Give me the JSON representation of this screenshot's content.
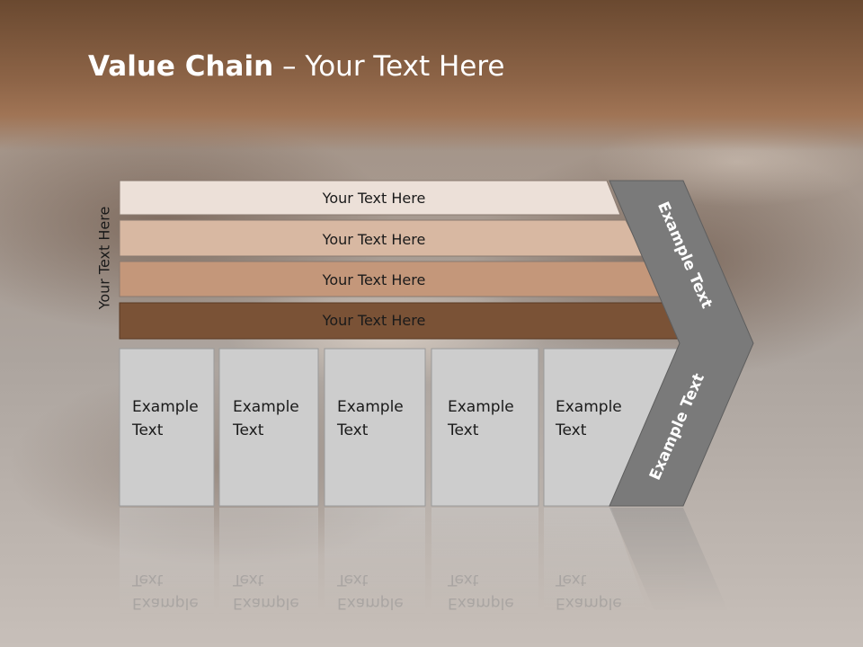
{
  "slide": {
    "title_bold": "Value Chain",
    "title_rest": " – Your Text Here",
    "side_label": "Your Text Here",
    "bands": [
      {
        "label": "Your Text Here",
        "color": "#ece0d8"
      },
      {
        "label": "Your Text Here",
        "color": "#d8b8a2"
      },
      {
        "label": "Your Text Here",
        "color": "#c4977a"
      },
      {
        "label": "Your Text Here",
        "color": "#7a5236"
      }
    ],
    "boxes": [
      {
        "line1": "Example",
        "line2": "Text"
      },
      {
        "line1": "Example",
        "line2": "Text"
      },
      {
        "line1": "Example",
        "line2": "Text"
      },
      {
        "line1": "Example",
        "line2": "Text"
      },
      {
        "line1": "Example",
        "line2": "Text"
      }
    ],
    "chevron_top_label": "Example Text",
    "chevron_bottom_label": "Example Text",
    "colors": {
      "header": "#7f5638",
      "chevron": "#7a7a7a",
      "box_fill": "#cdcdcd"
    }
  }
}
